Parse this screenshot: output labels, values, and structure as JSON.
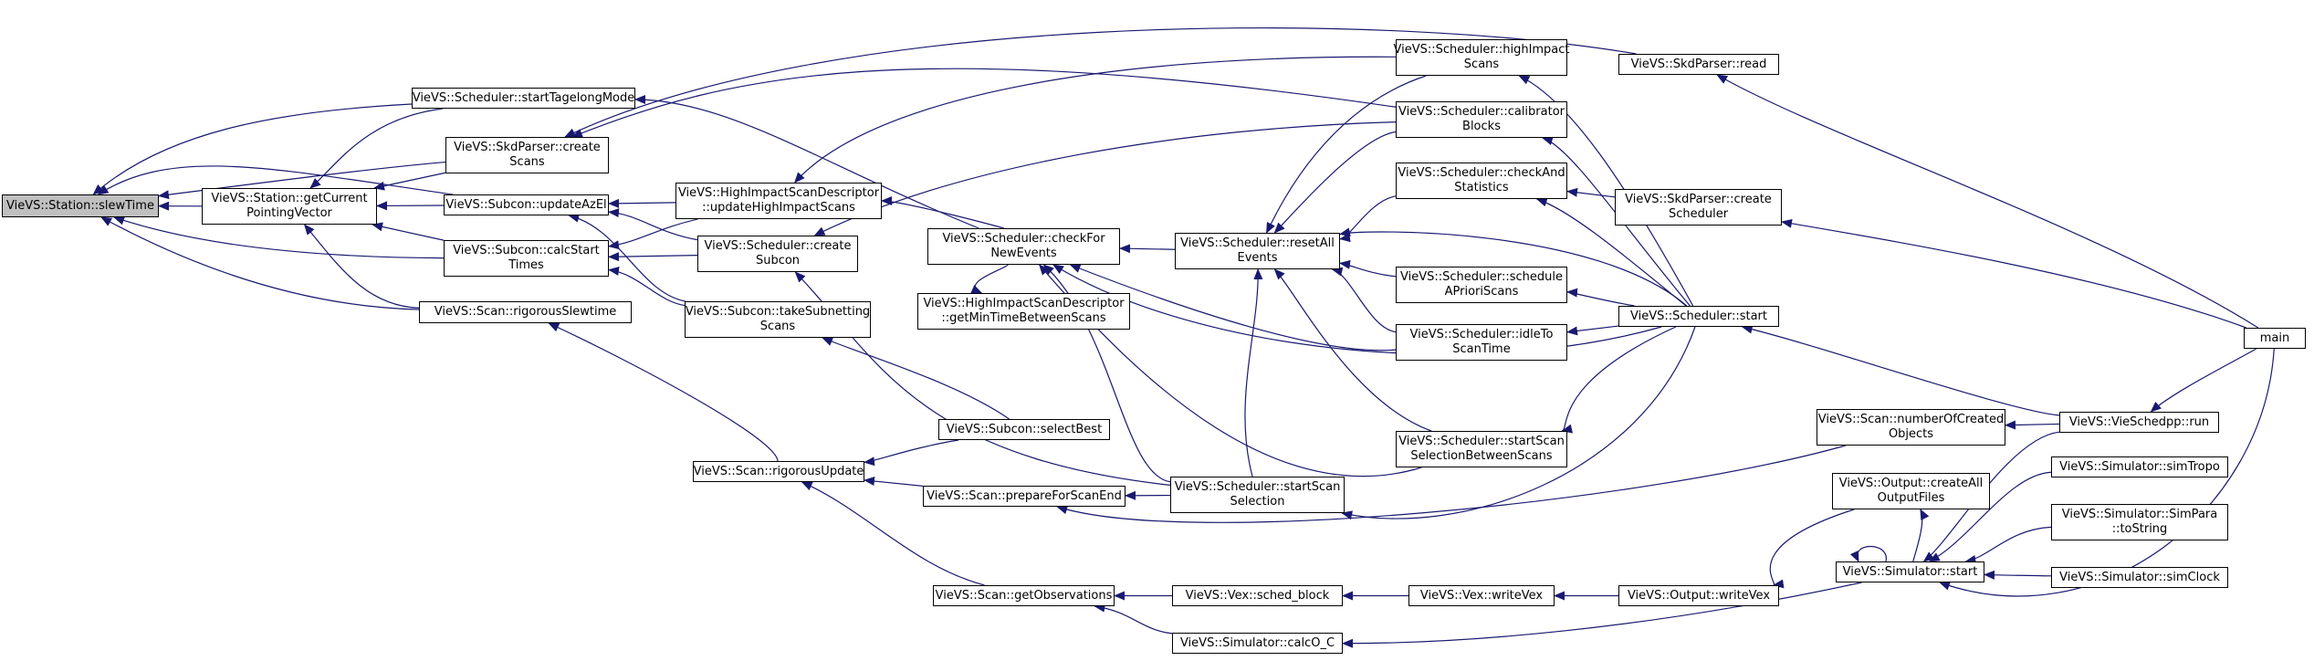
{
  "graph": {
    "edge_color": "#191970",
    "root_fill": "#bfbfbf",
    "nodes": [
      {
        "id": "slew",
        "lines": [
          "VieVS::Station::slewTime"
        ],
        "root": true
      },
      {
        "id": "getcur",
        "lines": [
          "VieVS::Station::getCurrent",
          "PointingVector"
        ]
      },
      {
        "id": "starttag",
        "lines": [
          "VieVS::Scheduler::startTagelongMode"
        ]
      },
      {
        "id": "skdcreate",
        "lines": [
          "VieVS::SkdParser::create",
          "Scans"
        ]
      },
      {
        "id": "updaz",
        "lines": [
          "VieVS::Subcon::updateAzEl"
        ]
      },
      {
        "id": "calcstart",
        "lines": [
          "VieVS::Subcon::calcStart",
          "Times"
        ]
      },
      {
        "id": "rigslew",
        "lines": [
          "VieVS::Scan::rigorousSlewtime"
        ]
      },
      {
        "id": "hiupdate",
        "lines": [
          "VieVS::HighImpactScanDescriptor",
          "::updateHighImpactScans"
        ]
      },
      {
        "id": "createsub",
        "lines": [
          "VieVS::Scheduler::create",
          "Subcon"
        ]
      },
      {
        "id": "takesub",
        "lines": [
          "VieVS::Subcon::takeSubnetting",
          "Scans"
        ]
      },
      {
        "id": "checkfor",
        "lines": [
          "VieVS::Scheduler::checkFor",
          "NewEvents"
        ]
      },
      {
        "id": "getmin",
        "lines": [
          "VieVS::HighImpactScanDescriptor",
          "::getMinTimeBetweenScans"
        ]
      },
      {
        "id": "selbest",
        "lines": [
          "VieVS::Subcon::selectBest"
        ]
      },
      {
        "id": "rigupd",
        "lines": [
          "VieVS::Scan::rigorousUpdate"
        ]
      },
      {
        "id": "prepend",
        "lines": [
          "VieVS::Scan::prepareForScanEnd"
        ]
      },
      {
        "id": "getobs",
        "lines": [
          "VieVS::Scan::getObservations"
        ]
      },
      {
        "id": "hiscans",
        "lines": [
          "VieVS::Scheduler::highImpact",
          "Scans"
        ]
      },
      {
        "id": "calib",
        "lines": [
          "VieVS::Scheduler::calibrator",
          "Blocks"
        ]
      },
      {
        "id": "checkstat",
        "lines": [
          "VieVS::Scheduler::checkAnd",
          "Statistics"
        ]
      },
      {
        "id": "resetall",
        "lines": [
          "VieVS::Scheduler::resetAll",
          "Events"
        ]
      },
      {
        "id": "schedap",
        "lines": [
          "VieVS::Scheduler::schedule",
          "APrioriScans"
        ]
      },
      {
        "id": "idleto",
        "lines": [
          "VieVS::Scheduler::idleTo",
          "ScanTime"
        ]
      },
      {
        "id": "startscanbw",
        "lines": [
          "VieVS::Scheduler::startScan",
          "SelectionBetweenScans"
        ]
      },
      {
        "id": "startscansel",
        "lines": [
          "VieVS::Scheduler::startScan",
          "Selection"
        ]
      },
      {
        "id": "schedblock",
        "lines": [
          "VieVS::Vex::sched_block"
        ]
      },
      {
        "id": "calco",
        "lines": [
          "VieVS::Simulator::calcO_C"
        ]
      },
      {
        "id": "writevex",
        "lines": [
          "VieVS::Vex::writeVex"
        ]
      },
      {
        "id": "skdread",
        "lines": [
          "VieVS::SkdParser::read"
        ]
      },
      {
        "id": "skdcreatesched",
        "lines": [
          "VieVS::SkdParser::create",
          "Scheduler"
        ]
      },
      {
        "id": "schedstart",
        "lines": [
          "VieVS::Scheduler::start"
        ]
      },
      {
        "id": "numcreated",
        "lines": [
          "VieVS::Scan::numberOfCreated",
          "Objects"
        ]
      },
      {
        "id": "outall",
        "lines": [
          "VieVS::Output::createAll",
          "OutputFiles"
        ]
      },
      {
        "id": "outvex",
        "lines": [
          "VieVS::Output::writeVex"
        ]
      },
      {
        "id": "simstart",
        "lines": [
          "VieVS::Simulator::start"
        ]
      },
      {
        "id": "vierun",
        "lines": [
          "VieVS::VieSchedpp::run"
        ]
      },
      {
        "id": "simtropo",
        "lines": [
          "VieVS::Simulator::simTropo"
        ]
      },
      {
        "id": "simpara",
        "lines": [
          "VieVS::Simulator::SimPara",
          "::toString"
        ]
      },
      {
        "id": "simclock",
        "lines": [
          "VieVS::Simulator::simClock"
        ]
      },
      {
        "id": "main",
        "lines": [
          "main"
        ]
      }
    ]
  }
}
